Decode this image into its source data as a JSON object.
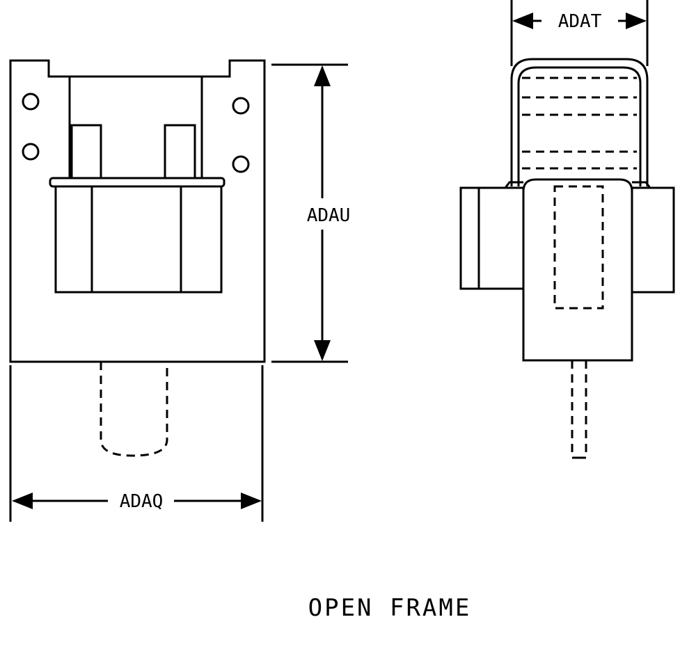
{
  "labels": {
    "width_front": "ADAQ",
    "height": "ADAU",
    "width_side": "ADAT"
  },
  "caption": "OPEN FRAME"
}
